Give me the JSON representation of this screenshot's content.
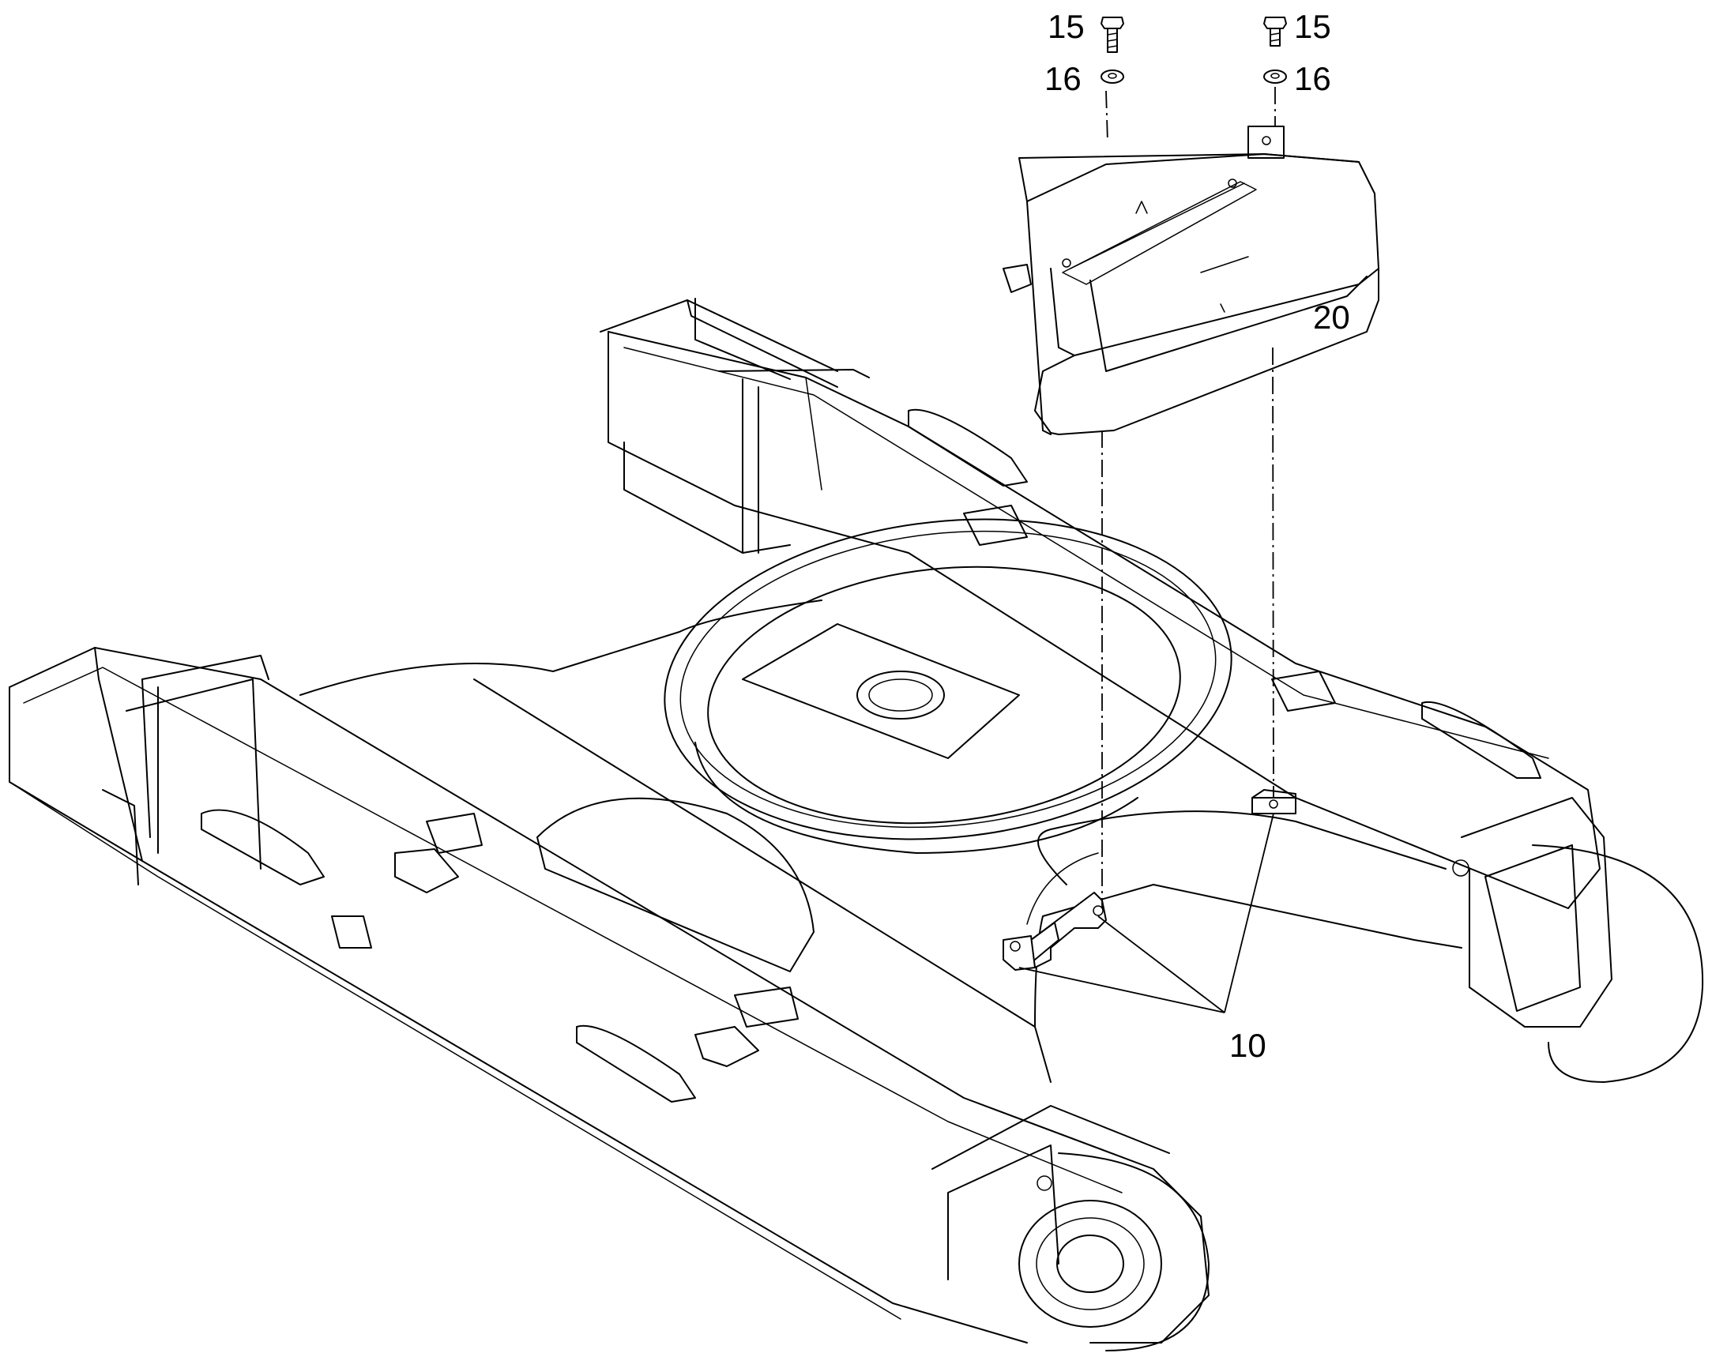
{
  "callouts": {
    "bolt_left": "15",
    "washer_left": "16",
    "bolt_right": "15",
    "washer_right": "16",
    "cover": "20",
    "brackets": "10"
  },
  "colors": {
    "line": "#000000",
    "background": "#ffffff"
  },
  "icons": {
    "bolt": "hex-bolt-icon",
    "washer": "washer-icon"
  }
}
